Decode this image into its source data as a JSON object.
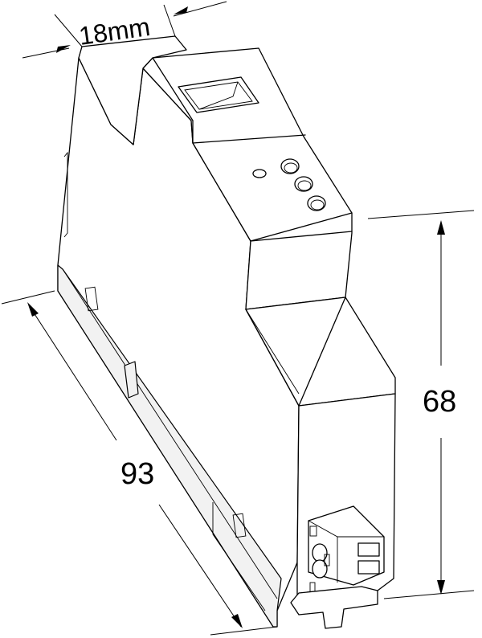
{
  "dimensions": {
    "width_label": "18mm",
    "depth_label": "93",
    "height_label": "68"
  }
}
